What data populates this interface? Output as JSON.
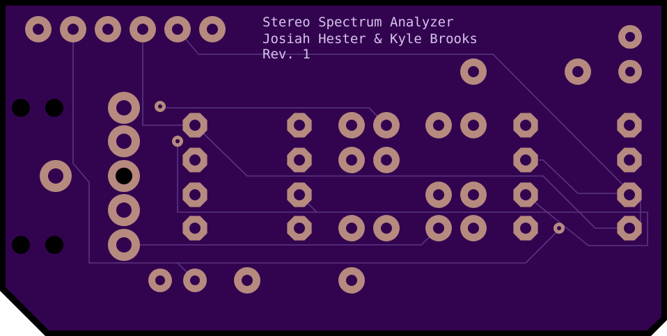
{
  "silkscreen": {
    "line1": "Stereo Spectrum Analyzer",
    "line2": "Josiah Hester & Kyle Brooks",
    "line3": "Rev. 1"
  },
  "colors": {
    "outline": "#000000",
    "board": "#32044f",
    "trace": "#5a3485",
    "copper": "#b68a7f",
    "hole": "#32044f",
    "drill": "#000000",
    "silk": "#d6c3ec"
  }
}
